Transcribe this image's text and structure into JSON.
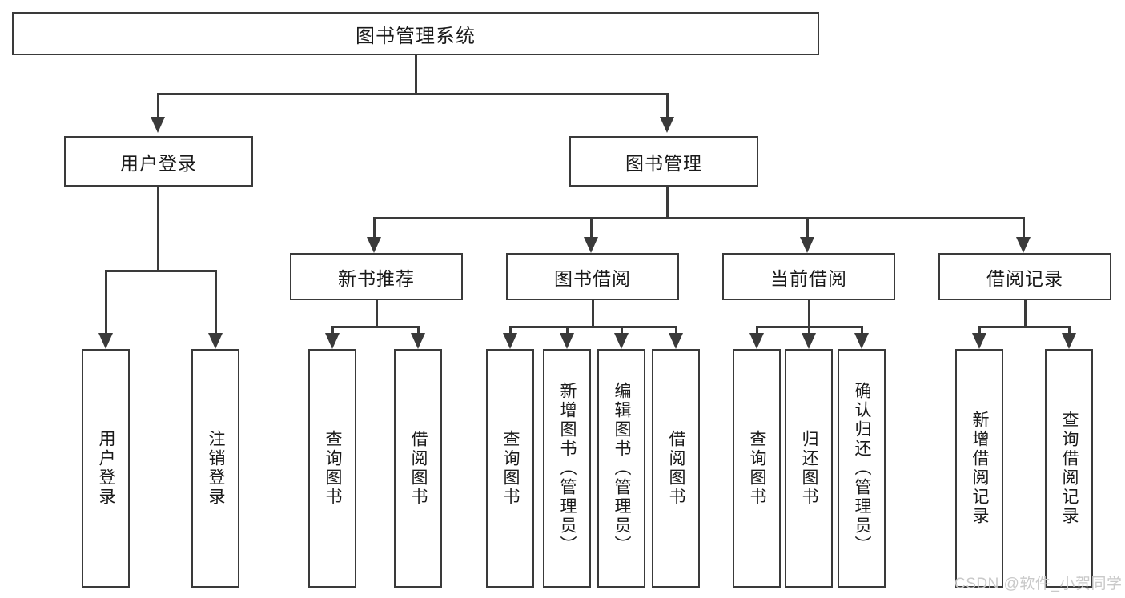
{
  "diagram": {
    "type": "hierarchy-tree",
    "title": "图书管理系统",
    "root": {
      "label": "图书管理系统"
    },
    "level2": [
      {
        "label": "用户登录"
      },
      {
        "label": "图书管理"
      }
    ],
    "level3": [
      {
        "label": "新书推荐"
      },
      {
        "label": "图书借阅"
      },
      {
        "label": "当前借阅"
      },
      {
        "label": "借阅记录"
      }
    ],
    "leaves": {
      "user_login": [
        {
          "label": "用户登录"
        },
        {
          "label": "注销登录"
        }
      ],
      "new_book_recommend": [
        {
          "label": "查询图书"
        },
        {
          "label": "借阅图书"
        }
      ],
      "book_borrow": [
        {
          "label": "查询图书"
        },
        {
          "label": "新增图书（管理员）"
        },
        {
          "label": "编辑图书（管理员）"
        },
        {
          "label": "借阅图书"
        }
      ],
      "current_borrow": [
        {
          "label": "查询图书"
        },
        {
          "label": "归还图书"
        },
        {
          "label": "确认归还（管理员）"
        }
      ],
      "borrow_record": [
        {
          "label": "新增借阅记录"
        },
        {
          "label": "查询借阅记录"
        }
      ]
    }
  },
  "watermark": {
    "text": "CSDN @软件_小贺同学"
  },
  "colors": {
    "stroke": "#3a3a3a",
    "fill": "#ffffff",
    "text": "#1a1a1a",
    "watermark": "#c9c9c9"
  }
}
